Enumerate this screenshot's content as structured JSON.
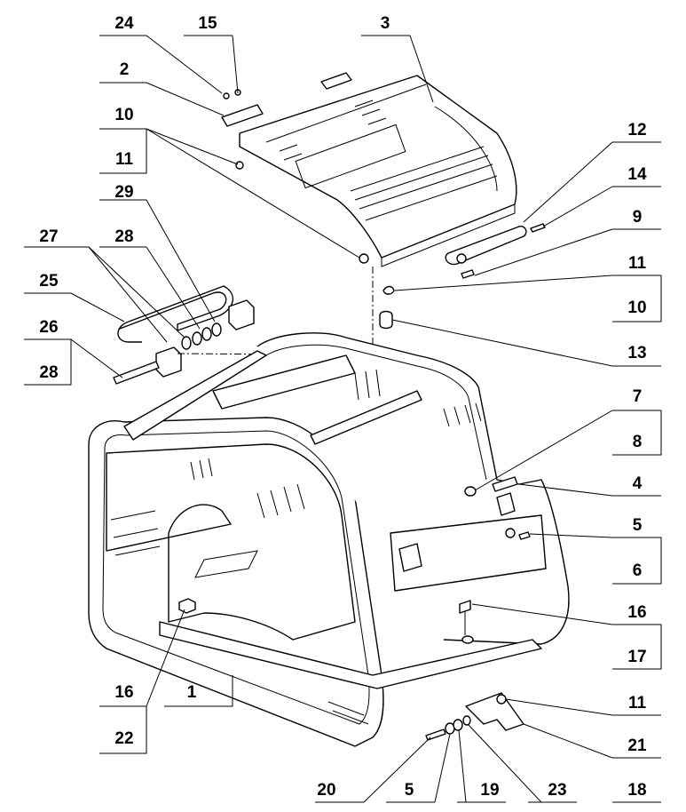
{
  "callouts": {
    "c1": "1",
    "c2": "2",
    "c3": "3",
    "c4": "4",
    "c5a": "5",
    "c5b": "5",
    "c6": "6",
    "c7": "7",
    "c8": "8",
    "c9": "9",
    "c10a": "10",
    "c10b": "10",
    "c11a": "11",
    "c11b": "11",
    "c11c": "11",
    "c12": "12",
    "c13": "13",
    "c14": "14",
    "c15": "15",
    "c16a": "16",
    "c16b": "16",
    "c17": "17",
    "c18": "18",
    "c19": "19",
    "c20": "20",
    "c21": "21",
    "c22": "22",
    "c23": "23",
    "c24": "24",
    "c25": "25",
    "c26": "26",
    "c27": "27",
    "c28a": "28",
    "c28b": "28",
    "c29": "29"
  }
}
